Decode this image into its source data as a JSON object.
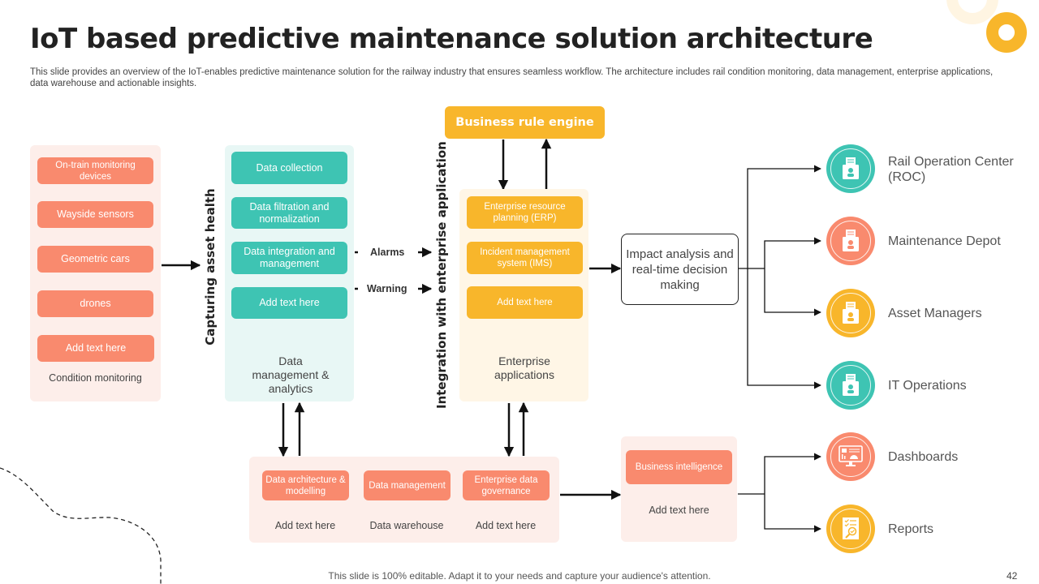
{
  "header": {
    "title": "IoT based predictive maintenance solution architecture",
    "subtitle": "This slide provides an overview of the IoT-enables predictive maintenance solution for the railway industry that ensures seamless workflow. The architecture includes rail condition monitoring, data management, enterprise applications, data warehouse and actionable insights."
  },
  "condition_monitoring": {
    "items": [
      "On-train monitoring devices",
      "Wayside sensors",
      "Geometric cars",
      "drones",
      "Add text here"
    ],
    "caption": "Condition monitoring"
  },
  "capturing_label": "Capturing asset health",
  "data_management": {
    "items": [
      "Data collection",
      "Data filtration and normalization",
      "Data integration and management",
      "Add text here"
    ],
    "caption": "Data management & analytics"
  },
  "signals": {
    "alarms": "Alarms",
    "warning": "Warning"
  },
  "integration_label": "Integration with enterprise application",
  "business_rule_engine": "Business rule engine",
  "enterprise_apps": {
    "items": [
      "Enterprise resource planning (ERP)",
      "Incident management system (IMS)",
      "Add text here"
    ],
    "caption": "Enterprise applications"
  },
  "impact": "Impact analysis and real-time decision making",
  "outputs": [
    {
      "label": "Rail Operation Center (ROC)",
      "icon": "document-folder-user-icon",
      "color": "#3ec4b3"
    },
    {
      "label": "Maintenance Depot",
      "icon": "document-folder-user-icon",
      "color": "#f98a6e"
    },
    {
      "label": "Asset Managers",
      "icon": "document-folder-user-icon",
      "color": "#f8b62b"
    },
    {
      "label": "IT Operations",
      "icon": "document-folder-user-icon",
      "color": "#3ec4b3"
    }
  ],
  "warehouse": {
    "items": [
      {
        "pill": "Data architecture & modelling",
        "caption": "Add text here"
      },
      {
        "pill": "Data management",
        "caption": "Data warehouse"
      },
      {
        "pill": "Enterprise data governance",
        "caption": "Add text here"
      }
    ]
  },
  "business_intelligence": {
    "pill": "Business intelligence",
    "caption": "Add text here"
  },
  "insights": [
    {
      "label": "Dashboards",
      "icon": "dashboard-monitor-icon",
      "color": "#f98a6e"
    },
    {
      "label": "Reports",
      "icon": "report-checklist-icon",
      "color": "#f8b62b"
    }
  ],
  "colors": {
    "coral": "#f98a6e",
    "teal": "#3ec4b3",
    "amber": "#f8b62b"
  },
  "footer": "This slide is 100% editable. Adapt it to your needs and capture your audience's attention.",
  "page_number": "42"
}
